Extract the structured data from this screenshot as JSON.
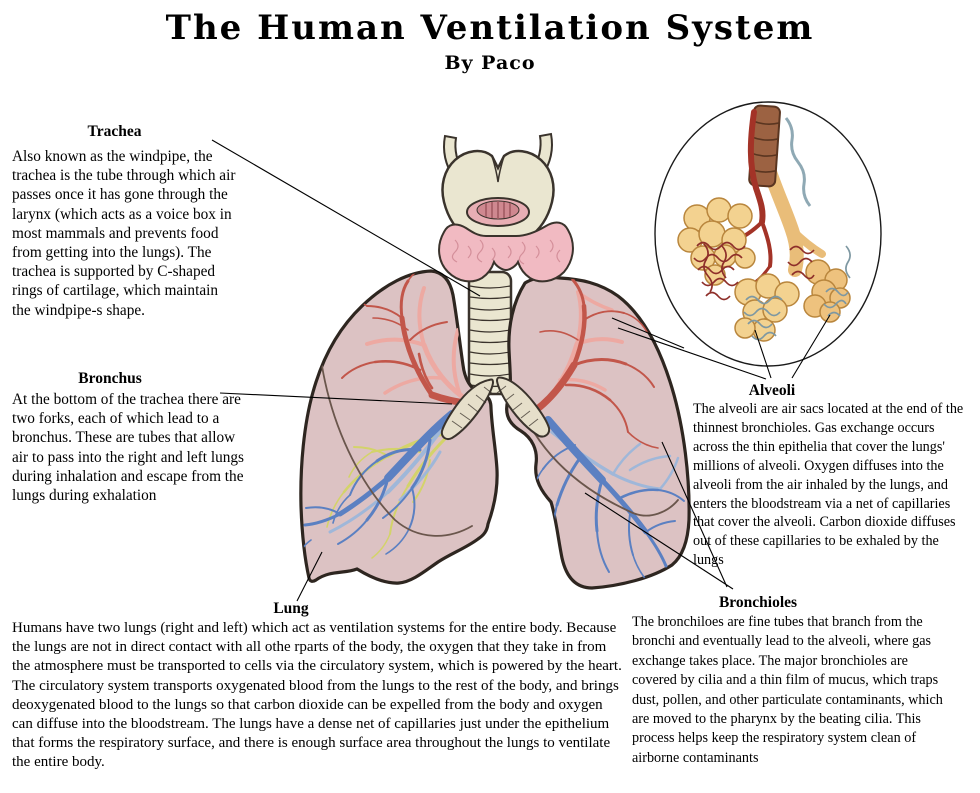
{
  "title": "The Human Ventilation System",
  "subtitle": "By Paco",
  "sections": {
    "trachea": {
      "heading": "Trachea",
      "body": "Also known as the windpipe, the trachea is the tube through which air passes once it has gone through the larynx (which acts as a voice box in most mammals and prevents food from getting into the lungs). The trachea is supported by C-shaped rings of cartilage, which maintain the windpipe-s shape."
    },
    "bronchus": {
      "heading": "Bronchus",
      "body": "At the bottom of the trachea there are two forks, each of which lead to a bronchus. These are tubes that allow air to pass into the right and left lungs during inhalation and escape from the lungs during exhalation"
    },
    "alveoli": {
      "heading": "Alveoli",
      "body": "The alveoli are air sacs located at the end of the thinnest bronchioles. Gas exchange occurs across the thin epithelia that cover the lungs' millions of alveoli. Oxygen diffuses into the alveoli from the air inhaled by the lungs, and enters the bloodstream via a net of capillaries that cover the alveoli. Carbon dioxide diffuses out of these capillaries to be exhaled by the lungs"
    },
    "lung": {
      "heading": "Lung",
      "body": "Humans have two lungs (right and left) which act as ventilation systems for the entire body. Because the lungs are not in direct contact with all othe rparts of the body, the oxygen that they take in from the atmosphere must be transported to cells via the circulatory system, which is powered by the heart. The circulatory system transports oxygenated blood from the lungs to the rest of the body, and brings deoxygenated blood to the lungs so that carbon dioxide can be expelled from the body and oxygen can diffuse into the bloodstream. The lungs have a dense net of capillaries just under the epithelium that forms the respiratory surface, and there is enough surface area throughout the lungs to ventilate the entire body."
    },
    "bronchioles": {
      "heading": "Bronchioles",
      "body": "The bronchiloes are fine tubes that branch from the bronchi and eventually lead to the alveoli, where gas exchange takes place. The major bronchioles are covered by cilia and a thin film of mucus, which traps dust, pollen, and other particulate contaminants, which are moved to the pharynx by the beating cilia. This process helps keep the respiratory system clean of airborne contaminants"
    }
  },
  "colors": {
    "lung_fill": "#dcc2c3",
    "lung_outline": "#2e2620",
    "artery_red": "#c2564a",
    "artery_pink": "#eda9a2",
    "vein_blue": "#5b80c2",
    "vein_light": "#9fb7d9",
    "airway_yellow": "#d3d36a",
    "cartilage_cream": "#eae6d0",
    "thyroid_pink": "#f1bac2",
    "alveolus_tan": "#f3d290",
    "capillary_red": "#8e2f2a",
    "capillary_blue": "#7e98a2",
    "callout_line": "#000000"
  }
}
